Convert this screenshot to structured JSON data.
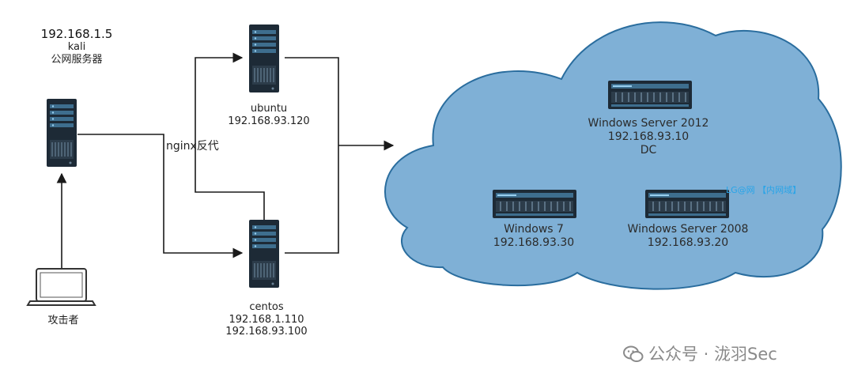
{
  "diagram": {
    "nodes": {
      "kali": {
        "ip": "192.168.1.5",
        "name": "kali",
        "role": "公网服务器"
      },
      "ubuntu": {
        "name": "ubuntu",
        "ip": "192.168.93.120"
      },
      "centos": {
        "name": "centos",
        "ip1": "192.168.1.110",
        "ip2": "192.168.93.100"
      },
      "attacker": {
        "name": "攻击者"
      },
      "ws2012": {
        "name": "Windows Server 2012",
        "ip": "192.168.93.10",
        "role": "DC"
      },
      "win7": {
        "name": "Windows 7",
        "ip": "192.168.93.30"
      },
      "ws2008": {
        "name": "Windows Server 2008",
        "ip": "192.168.93.20"
      }
    },
    "edge_labels": {
      "nginx": "nginx反代"
    },
    "cloud_tag": "LG@网 【内网域】",
    "watermark": "公众号 · 泷羽Sec"
  },
  "colors": {
    "cloud_fill": "#7fb0d6",
    "cloud_stroke": "#2a6d9e",
    "server_dark": "#1d2a36",
    "server_light": "#3e6e8e",
    "line": "#1a1a1a"
  }
}
